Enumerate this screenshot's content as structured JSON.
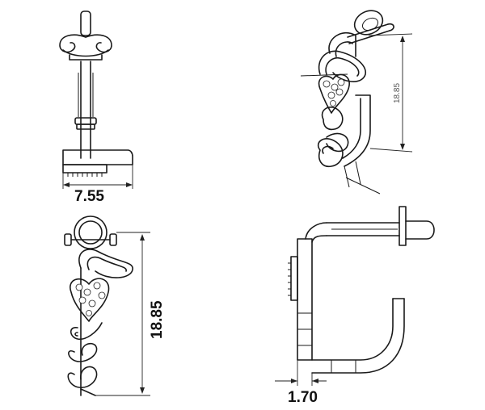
{
  "views": {
    "front": {
      "dimension": "7.55"
    },
    "isometric": {
      "dimension": "18.85"
    },
    "side": {
      "dimension": "18.85"
    },
    "profile": {
      "dimension": "1.70"
    }
  }
}
